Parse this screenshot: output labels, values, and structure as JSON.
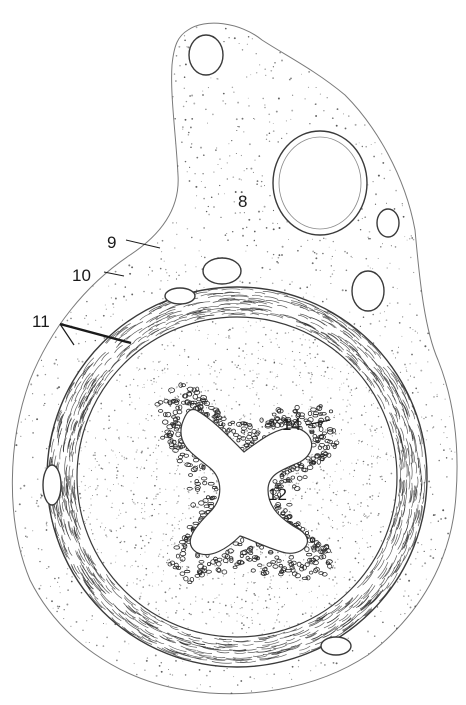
{
  "labels": {
    "l8": "8",
    "l9": "9",
    "l10": "10",
    "l11": "11",
    "l12": "12",
    "l14": "14"
  },
  "colors": {
    "ink": "#2a2a2a",
    "paper": "#ffffff"
  }
}
